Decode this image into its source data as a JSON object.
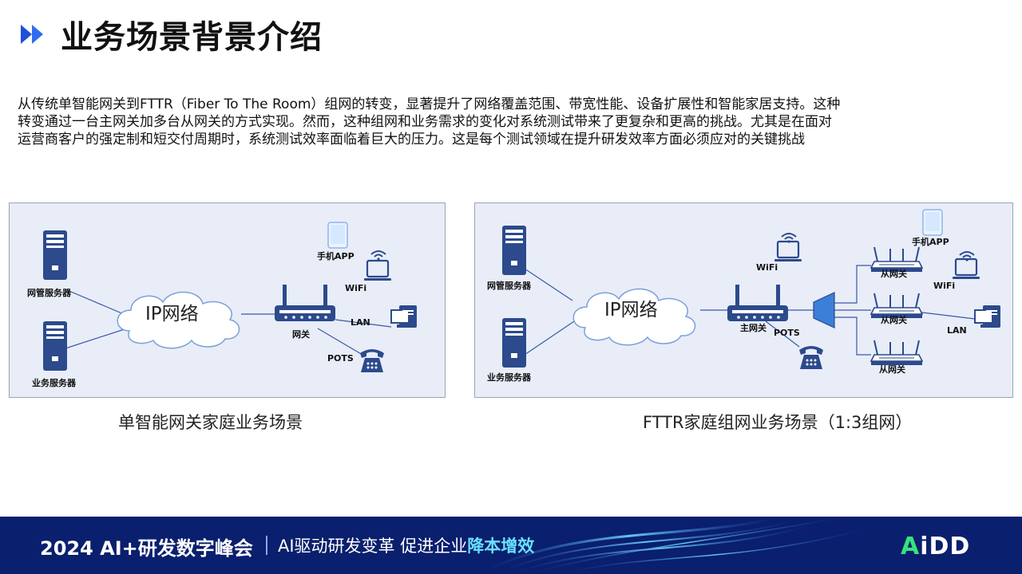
{
  "title": "业务场景背景介绍",
  "intro_lines": [
    "从传统单智能网关到FTTR（Fiber To The Room）组网的转变，显著提升了网络覆盖范围、带宽性能、设备扩展性和智能家居支持。这种",
    "转变通过一台主网关加多台从网关的方式实现。然而，这种组网和业务需求的变化对系统测试带来了更复杂和更高的挑战。尤其是在面对",
    "运营商客户的强定制和短交付周期时，系统测试效率面临着巨大的压力。这是每个测试领域在提升研发效率方面必须应对的关键挑战"
  ],
  "left_diagram": {
    "caption": "单智能网关家庭业务场景",
    "nms_server": "网管服务器",
    "service_server": "业务服务器",
    "cloud": "IP网络",
    "gateway": "网关",
    "phone_app": "手机APP",
    "wifi": "WiFi",
    "lan": "LAN",
    "pots": "POTS"
  },
  "right_diagram": {
    "caption": "FTTR家庭组网业务场景（1:3组网）",
    "nms_server": "网管服务器",
    "service_server": "业务服务器",
    "cloud": "IP网络",
    "main_gateway": "主网关",
    "wifi_main": "WiFi",
    "pots": "POTS",
    "slave_gateways": [
      "从网关",
      "从网关",
      "从网关"
    ],
    "phone_app": "手机APP",
    "wifi_slave": "WiFi",
    "lan": "LAN"
  },
  "footer": {
    "event": "2024 AI+研发数字峰会",
    "slogan_part1": "AI驱动研发变革  促进企业",
    "slogan_highlight": "降本增效",
    "logo_a": "A",
    "logo_rest": "iDD"
  },
  "colors": {
    "accent_blue": "#1f4fd8",
    "panel_bg": "#e8edf8",
    "device_blue": "#2c4a8c",
    "footer_bg": "#0a1f6e"
  }
}
